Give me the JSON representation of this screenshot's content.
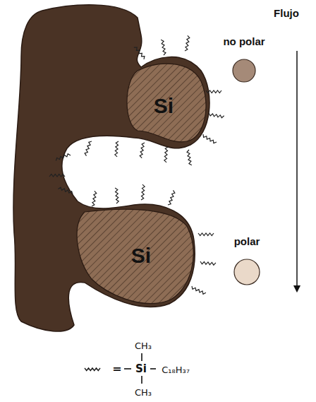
{
  "diagram": {
    "nodes": [
      {
        "text": [
          "Si"
        ]
      },
      {
        "text": [
          "Si"
        ]
      },
      {
        "text": [
          "no polar"
        ]
      },
      {
        "text": [
          "polar"
        ]
      }
    ],
    "labels": [
      "Flujo",
      "=",
      "CH₃",
      "Si",
      "C₁₈H₃₇",
      "CH₃"
    ]
  }
}
